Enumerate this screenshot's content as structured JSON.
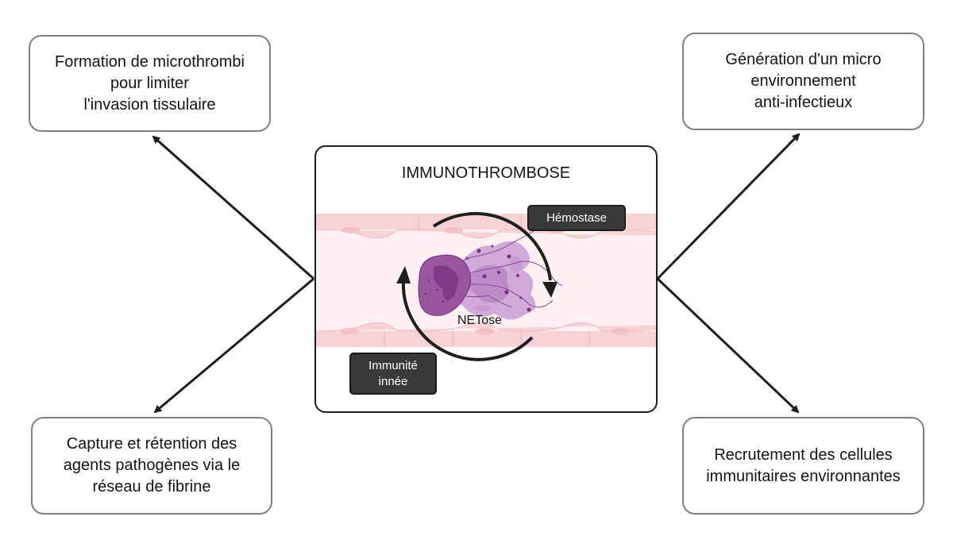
{
  "center": {
    "title": "IMMUNOTHROMBOSE",
    "tags": {
      "hemostase": "Hémostase",
      "immunite": "Immunité\ninnée"
    },
    "cell_label": "NETose"
  },
  "outcomes": {
    "top_left": "Formation de microthrombi\npour limiter\nl'invasion tissulaire",
    "top_right": "Génération d'un micro\nenvironnement\nanti-infectieux",
    "bottom_left": "Capture et rétention des\nagents pathogènes via le\nréseau de fibrine",
    "bottom_right": "Recrutement des cellules\nimmunitaires environnantes"
  },
  "colors": {
    "arrow": "#1e1e1e",
    "box_border": "#7c8185",
    "vessel_wall": "#f8d3d6",
    "vessel_lumen": "#fff0f2",
    "cell": "#8e4a9a",
    "net": "#c79ad0",
    "tag_bg": "#3a3a3a"
  }
}
